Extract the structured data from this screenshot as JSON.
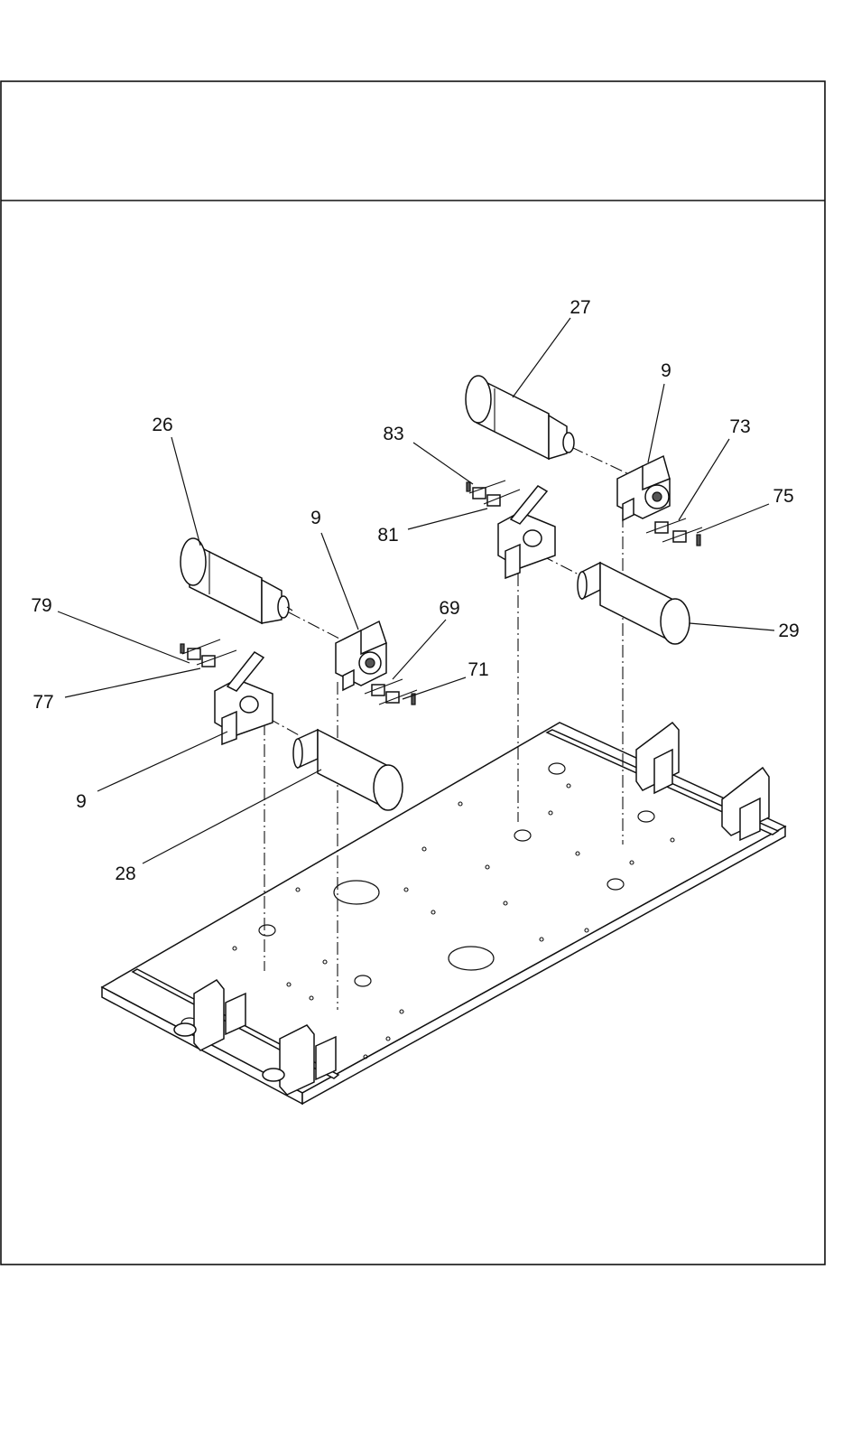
{
  "callouts": {
    "c26": "26",
    "c27": "27",
    "c9_top_right": "9",
    "c73": "73",
    "c75": "75",
    "c83": "83",
    "c81": "81",
    "c9_center": "9",
    "c69": "69",
    "c71": "71",
    "c79": "79",
    "c77": "77",
    "c29": "29",
    "c9_left": "9",
    "c28": "28"
  }
}
